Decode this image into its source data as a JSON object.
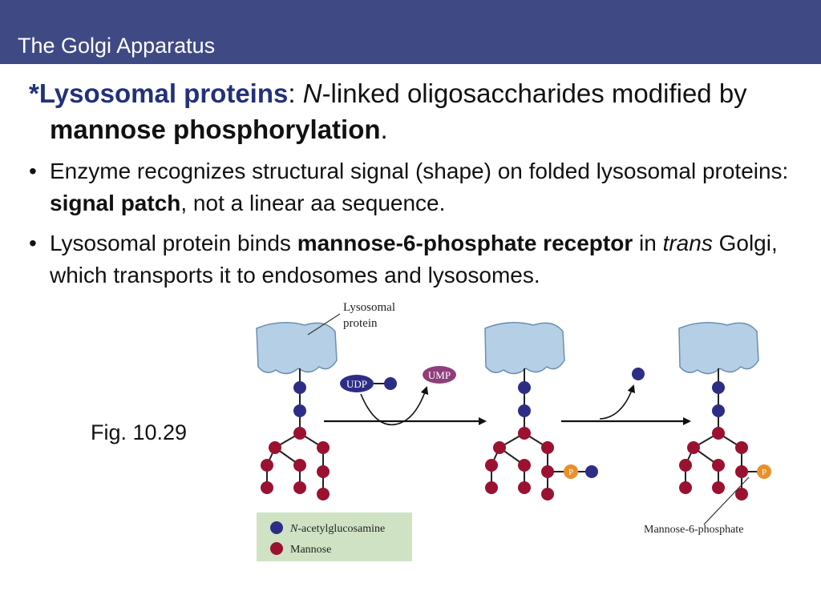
{
  "slide": {
    "title": "The Golgi Apparatus",
    "intro": {
      "star": "*",
      "lyso_term": "Lysosomal proteins",
      "colon": ": ",
      "n_italic": "N",
      "rest1": "-linked oligosaccharides modified by ",
      "bold_term": "mannose phosphorylation",
      "period": "."
    },
    "bullets": [
      {
        "mark": "•",
        "part1": "Enzyme recognizes structural signal (shape) on folded lysosomal proteins: ",
        "bold": "signal patch",
        "part2": ", not a linear aa sequence."
      },
      {
        "mark": "•",
        "part1": "Lysosomal protein binds ",
        "bold": "mannose-6-phosphate receptor",
        "part2": " in ",
        "italic": "trans",
        "part3": " Golgi, which transports it to endosomes and lysosomes."
      }
    ],
    "figure_label": "Fig. 10.29"
  },
  "diagram": {
    "protein_label_line1": "Lysosomal",
    "protein_label_line2": "protein",
    "udp": "UDP",
    "ump": "UMP",
    "p": "P",
    "m6p_label": "Mannose-6-phosphate",
    "legend_glcnac_italic": "N",
    "legend_glcnac_rest": "-acetylglucosamine",
    "legend_mannose": "Mannose",
    "colors": {
      "glcnac": "#2e2d86",
      "mannose": "#9a1230",
      "phosphate": "#e8902a",
      "ump": "#8e3f7a",
      "protein": "#b5d0e6",
      "protein_edge": "#6d8eb0",
      "legend_bg": "#cfe3c4",
      "title_bar": "#3f4a85",
      "lyso_text": "#22317a"
    }
  }
}
